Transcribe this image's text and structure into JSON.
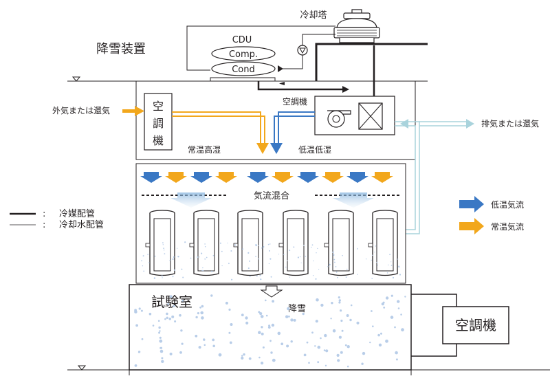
{
  "title": "降雪装置",
  "cooling_tower": "冷却塔",
  "cdu_label": "CDU",
  "comp_label": "Comp.",
  "cond_label": "Cond",
  "outside_air_in": "外気または還気",
  "exhaust_out": "排気または還気",
  "ahu_left": {
    "chars": [
      "空",
      "調",
      "機"
    ]
  },
  "ahu_right_label": "空調機",
  "normal_temp_humidity": "常温高湿",
  "low_temp_humidity": "低温低湿",
  "airflow_mixing": "気流混合",
  "test_room": "試験室",
  "snowfall": "降雪",
  "ac_unit": "空調機",
  "legend": {
    "refrigerant_pipe": "冷媒配管",
    "cooling_water_pipe": "冷却水配管",
    "colon": ":",
    "low_temp_airflow": "低温気流",
    "normal_temp_airflow": "常温気流"
  },
  "colors": {
    "low_temp": "#3a78c4",
    "normal_temp": "#f2a71c",
    "cooling_water": "#a9d3dc",
    "snow": "#b8cde8",
    "line": "#231f20"
  }
}
